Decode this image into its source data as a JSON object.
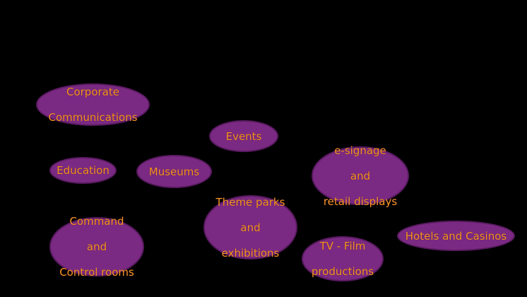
{
  "diagram": {
    "background": "#000000",
    "bubble_fill": "#7b2a83",
    "label_color": "#f7941e",
    "bubbles": [
      {
        "id": "corporate",
        "lines": [
          "Corporate",
          "Communications"
        ]
      },
      {
        "id": "events",
        "lines": [
          "Events"
        ]
      },
      {
        "id": "education",
        "lines": [
          "Education"
        ]
      },
      {
        "id": "museums",
        "lines": [
          "Museums"
        ]
      },
      {
        "id": "esignage",
        "lines": [
          "e-signage",
          "and",
          "retail displays"
        ]
      },
      {
        "id": "theme",
        "lines": [
          "Theme parks",
          "and",
          "exhibitions"
        ]
      },
      {
        "id": "hotels",
        "lines": [
          "Hotels and Casinos"
        ]
      },
      {
        "id": "command",
        "lines": [
          "Command",
          "and",
          "Control rooms"
        ]
      },
      {
        "id": "tvfilm",
        "lines": [
          "TV - Film",
          "productions"
        ]
      }
    ]
  }
}
